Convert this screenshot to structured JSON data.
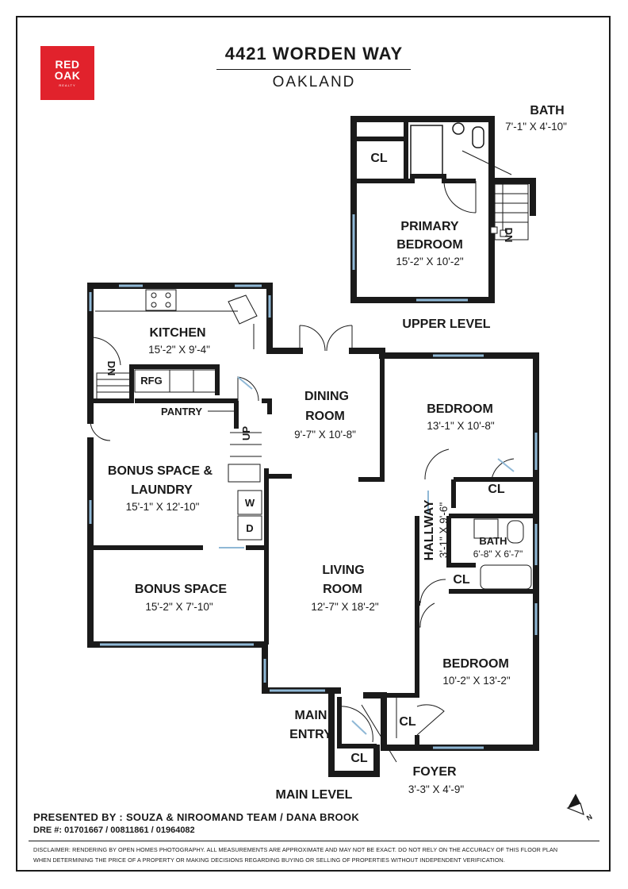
{
  "header": {
    "logo_line1": "RED",
    "logo_line2": "OAK",
    "logo_line3": "REALTY",
    "address": "4421 WORDEN WAY",
    "city": "OAKLAND"
  },
  "levels": {
    "upper": "UPPER LEVEL",
    "main": "MAIN LEVEL"
  },
  "rooms": {
    "bath_upper": {
      "name": "BATH",
      "dim": "7'-1\" X 4'-10\""
    },
    "closet_upper": {
      "name": "CL"
    },
    "primary_bedroom": {
      "name_line1": "PRIMARY",
      "name_line2": "BEDROOM",
      "dim": "15'-2\" X 10'-2\""
    },
    "stairs_upper": {
      "label": "DN"
    },
    "kitchen": {
      "name": "KITCHEN",
      "dim": "15'-2\" X 9'-4\""
    },
    "fridge": {
      "label": "RFG"
    },
    "stairs_main": {
      "label": "DN"
    },
    "pantry": {
      "name": "PANTRY"
    },
    "stairs_up": {
      "label": "UP"
    },
    "dining_room": {
      "name_line1": "DINING",
      "name_line2": "ROOM",
      "dim": "9'-7\" X 10'-8\""
    },
    "bedroom_1": {
      "name": "BEDROOM",
      "dim": "13'-1\" X 10'-8\""
    },
    "bonus_laundry": {
      "name_line1": "BONUS SPACE &",
      "name_line2": "LAUNDRY",
      "dim": "15'-1\" X 12'-10\""
    },
    "washer": {
      "label": "W"
    },
    "dryer": {
      "label": "D"
    },
    "closet_bed1": {
      "name": "CL"
    },
    "hallway": {
      "name": "HALLWAY",
      "dim": "3'-1\" X 9'-6\""
    },
    "bath_main": {
      "name": "BATH",
      "dim": "6'-8\" X 6'-7\""
    },
    "closet_hall": {
      "name": "CL"
    },
    "living_room": {
      "name_line1": "LIVING",
      "name_line2": "ROOM",
      "dim": "12'-7\" X 18'-2\""
    },
    "bonus_space": {
      "name": "BONUS SPACE",
      "dim": "15'-2\" X 7'-10\""
    },
    "bedroom_2": {
      "name": "BEDROOM",
      "dim": "10'-2\" X 13'-2\""
    },
    "main_entry": {
      "name_line1": "MAIN",
      "name_line2": "ENTRY"
    },
    "closet_entry": {
      "name": "CL"
    },
    "closet_bed2": {
      "name": "CL"
    },
    "foyer": {
      "name": "FOYER",
      "dim": "3'-3\" X 4'-9\""
    }
  },
  "compass": {
    "label": "N"
  },
  "footer": {
    "presented_by": "PRESENTED BY : SOUZA & NIROOMAND TEAM / DANA BROOK",
    "dre": "DRE #: 01701667 / 00811861 / 01964082",
    "disclaimer_line1": "DISCLAIMER: RENDERING BY OPEN HOMES PHOTOGRAPHY. ALL MEASUREMENTS ARE APPROXIMATE AND MAY NOT BE EXACT. DO NOT RELY ON THE ACCURACY OF THIS FLOOR PLAN",
    "disclaimer_line2": "WHEN DETERMINING THE PRICE OF A PROPERTY OR MAKING DECISIONS REGARDING BUYING OR SELLING OF PROPERTIES WITHOUT INDEPENDENT VERIFICATION."
  },
  "colors": {
    "logo_bg": "#e1222c",
    "wall": "#1a1a1a",
    "window": "#8fb8d6"
  }
}
